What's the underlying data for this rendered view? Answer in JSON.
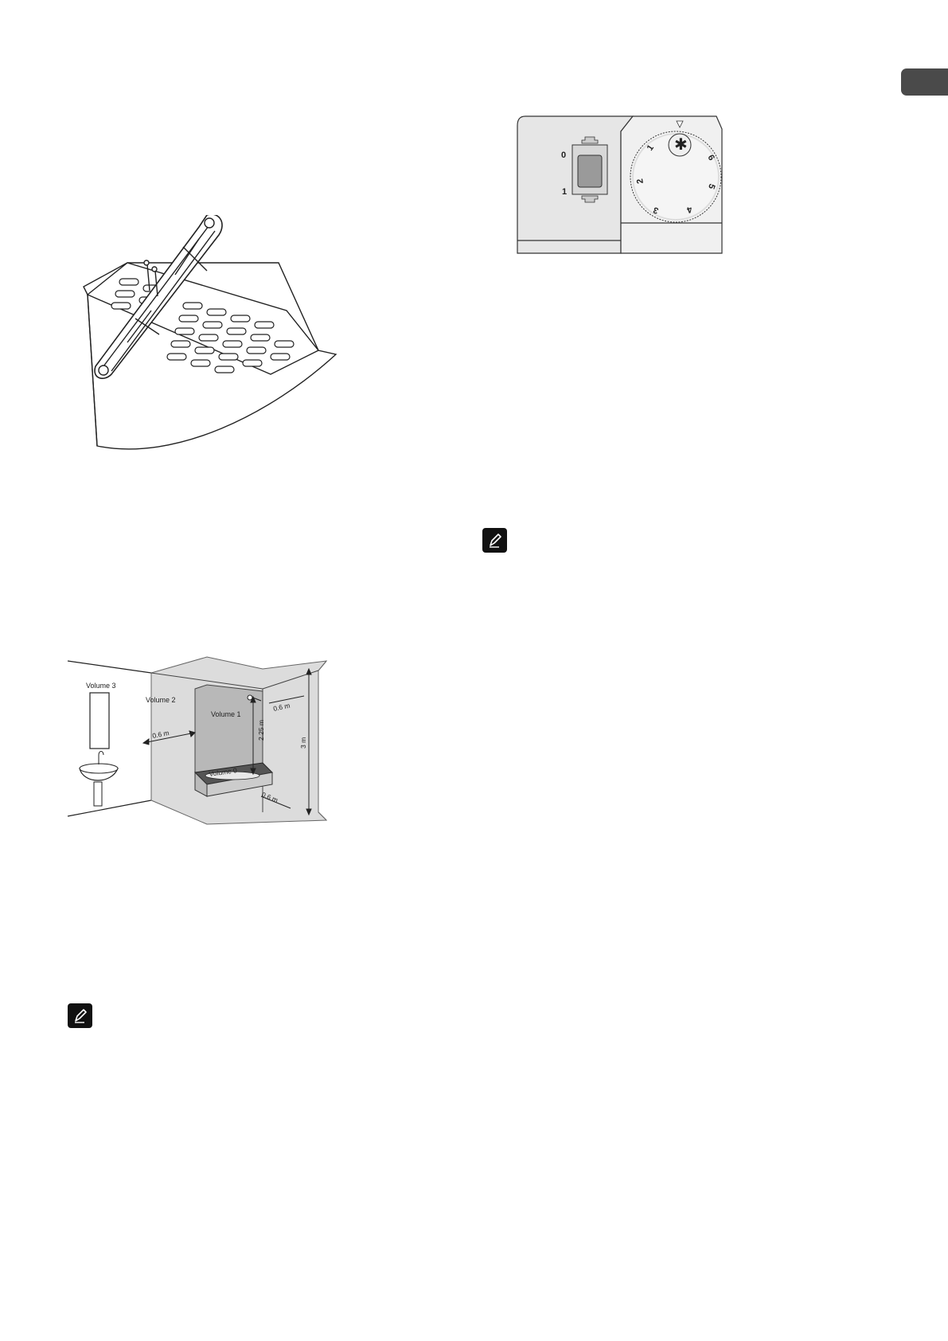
{
  "language_tab": {
    "color": "#4a4a4a"
  },
  "bathroom_diagram": {
    "volume3": "Volume 3",
    "volume2": "Volume 2",
    "volume1": "Volume 1",
    "volume0": "Volume 0",
    "dist_left": "0.6 m",
    "dist_right": "0.6 m",
    "dist_bottom": "0.6 m",
    "height_shower": "2.25 m",
    "height_room": "3 m"
  },
  "control_panel": {
    "switch_off": "0",
    "switch_on": "1",
    "dial": {
      "frost": "✱",
      "marks": [
        "1",
        "2",
        "3",
        "4",
        "5",
        "6"
      ]
    }
  },
  "icons": {
    "note_icon_1": "pencil-note-icon",
    "note_icon_2": "pencil-note-icon"
  }
}
